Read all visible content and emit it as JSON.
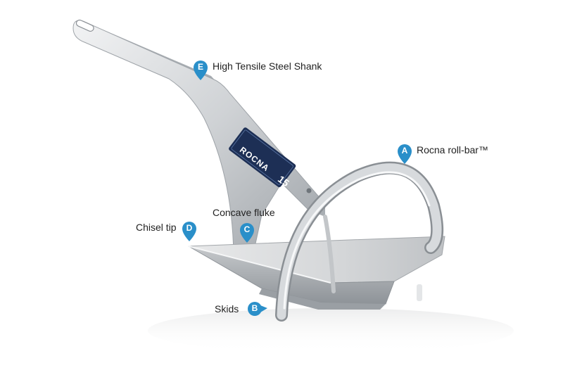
{
  "colors": {
    "pin": "#2a8fc9",
    "plate_navy": "#1d2f55",
    "label_text": "#222222"
  },
  "plate": {
    "brand": "ROCNA",
    "size": "15"
  },
  "callouts": [
    {
      "letter": "A",
      "label": "Rocna roll-bar™"
    },
    {
      "letter": "B",
      "label": "Skids"
    },
    {
      "letter": "C",
      "label": "Concave fluke"
    },
    {
      "letter": "D",
      "label": "Chisel tip"
    },
    {
      "letter": "E",
      "label": "High Tensile Steel Shank"
    }
  ]
}
